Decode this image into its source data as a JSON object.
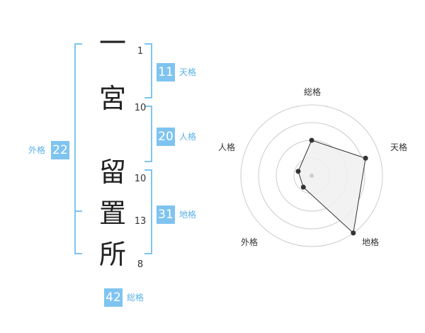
{
  "name": {
    "characters": [
      "一",
      "宮",
      "留",
      "置",
      "所"
    ],
    "strokes": [
      "1",
      "10",
      "10",
      "13",
      "8"
    ]
  },
  "fortunes": {
    "tenkaku": {
      "value": "11",
      "label": "天格"
    },
    "jinkaku": {
      "value": "20",
      "label": "人格"
    },
    "chikaku": {
      "value": "31",
      "label": "地格"
    },
    "gaikaku": {
      "value": "22",
      "label": "外格"
    },
    "soukaku": {
      "value": "42",
      "label": "総格"
    }
  },
  "radar": {
    "axes": [
      "総格",
      "天格",
      "地格",
      "外格",
      "人格"
    ],
    "values": [
      0.5,
      0.8,
      1.0,
      0.2,
      0.2
    ],
    "rings": 4,
    "fill": "#f0f0f0",
    "stroke": "#333333",
    "ring_color": "#cccccc"
  },
  "colors": {
    "accent": "#7fc4f0",
    "accent_text": "#5ab1e8"
  }
}
